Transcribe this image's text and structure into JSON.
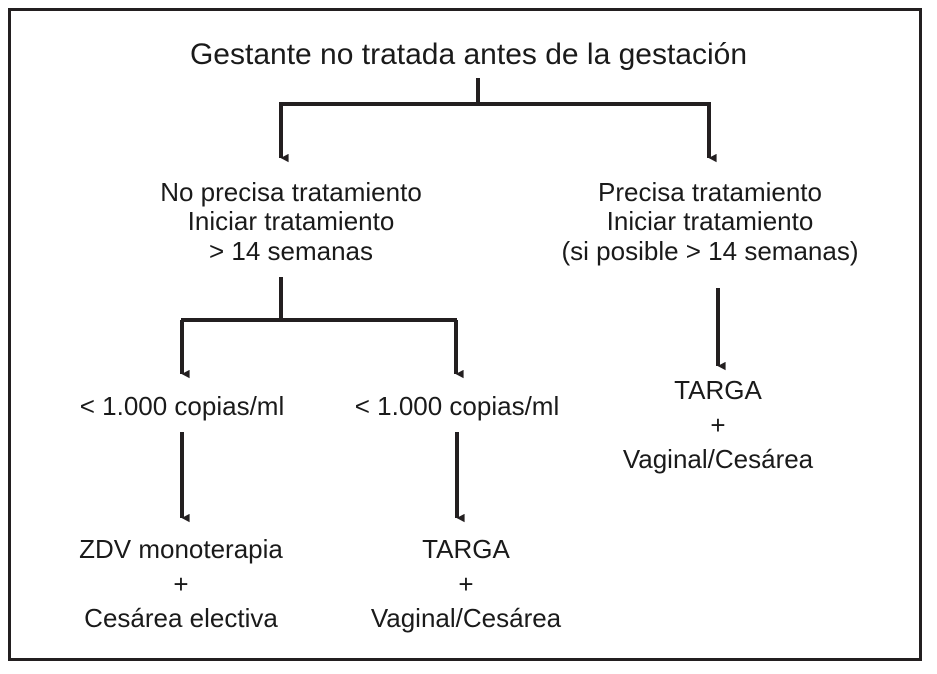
{
  "figure": {
    "type": "clinical-decision-flowchart",
    "language": "es",
    "border_color": "#231f20",
    "text_color": "#1a1a1a",
    "background": "#ffffff"
  },
  "nodes": {
    "title": {
      "lines": [
        "Gestante no tratada antes de la gestación"
      ]
    },
    "left_branch": {
      "line1": "No precisa tratamiento",
      "line2": "Iniciar tratamiento",
      "line3": "> 14 semanas"
    },
    "right_branch": {
      "line1": "Precisa tratamiento",
      "line2": "Iniciar tratamiento",
      "line3": "(si posible > 14 semanas)"
    },
    "viral_load_left": {
      "label": "< 1.000 copias/ml"
    },
    "viral_load_right": {
      "label": "< 1.000 copias/ml"
    },
    "outcome_left": {
      "line1": "ZDV monoterapia",
      "line2": "+",
      "line3": "Cesárea electiva"
    },
    "outcome_mid": {
      "line1": "TARGA",
      "line2": "+",
      "line3": "Vaginal/Cesárea"
    },
    "outcome_right": {
      "line1": "TARGA",
      "line2": "+",
      "line3": "Vaginal/Cesárea"
    }
  },
  "connectors": [
    {
      "name": "title-split",
      "from": "title",
      "to": [
        "left_branch",
        "right_branch"
      ],
      "style": "orthogonal-fork-with-arrowheads"
    },
    {
      "name": "left-branch-split",
      "from": "left_branch",
      "to": [
        "viral_load_left",
        "viral_load_right"
      ],
      "style": "orthogonal-fork-with-arrowheads"
    },
    {
      "name": "viral-load-left-arrow",
      "from": "viral_load_left",
      "to": [
        "outcome_left"
      ],
      "style": "straight-arrow"
    },
    {
      "name": "viral-load-right-arrow",
      "from": "viral_load_right",
      "to": [
        "outcome_mid"
      ],
      "style": "straight-arrow"
    },
    {
      "name": "right-branch-arrow",
      "from": "right_branch",
      "to": [
        "outcome_right"
      ],
      "style": "straight-arrow"
    }
  ]
}
